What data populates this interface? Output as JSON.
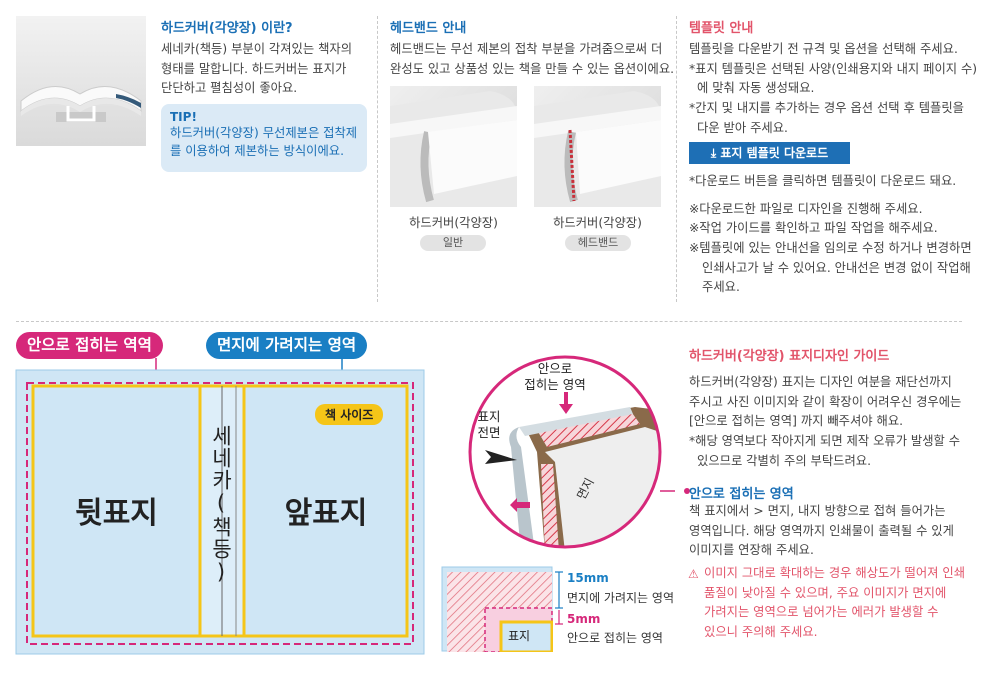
{
  "hardcover": {
    "title": "하드커버(각양장) 이란?",
    "desc": [
      "세네카(책등) 부분이 각져있는 책자의",
      "형태를 말합니다. 하드커버는 표지가",
      "단단하고 펼침성이 좋아요."
    ],
    "tip_title": "TIP!",
    "tip_lines": [
      "하드커버(각양장) 무선제본은 접착제",
      "를 이용하여 제본하는 방식이에요."
    ]
  },
  "headband": {
    "title": "헤드밴드 안내",
    "desc": [
      "헤드밴드는 무선 제본의 접착 부분을 가려줌으로써 더",
      "완성도 있고 상품성 있는 책을 만들 수 있는 옵션이에요."
    ],
    "items": [
      {
        "caption": "하드커버(각양장)",
        "badge": "일반"
      },
      {
        "caption": "하드커버(각양장)",
        "badge": "헤드밴드"
      }
    ]
  },
  "template": {
    "title": "템플릿 안내",
    "lines": [
      "템플릿을 다운받기 전 규격 및 옵션을 선택해 주세요.",
      "*표지 템플릿은 선택된 사양(인쇄용지와 내지 페이지 수)",
      "에 맞춰 자동 생성돼요.",
      "*간지 및 내지를 추가하는 경우 옵션 선택 후 템플릿을",
      "다운 받아 주세요."
    ],
    "download_label": "표지 템플릿 다운로드",
    "after_lines": [
      "*다운로드 버튼을 클릭하면 템플릿이 다운로드 돼요.",
      "※다운로드한 파일로 디자인을 진행해 주세요.",
      "※작업 가이드를 확인하고 파일 작업을 해주세요.",
      "※템플릿에 있는 안내선을 임의로 수정 하거나 변경하면",
      "인쇄사고가 날 수 있어요. 안내선은 변경 없이 작업해",
      "주세요."
    ]
  },
  "cover_diagram": {
    "pill_fold": "안으로 접히는 역역",
    "pill_endpaper": "면지에 가려지는 영역",
    "book_size": "책 사이즈",
    "back_cover": "뒷표지",
    "spine": "세네카(책등)",
    "front_cover": "앞표지"
  },
  "circle_diagram": {
    "fold_label": [
      "안으로",
      "접히는 영역"
    ],
    "front_label": [
      "표지",
      "전면"
    ],
    "endpaper_label": "면지"
  },
  "legend": {
    "mm15": "15mm",
    "endpaper": "면지에 가려지는 영역",
    "mm5": "5mm",
    "fold": "안으로 접히는 영역",
    "cover": "표지"
  },
  "guide": {
    "title": "하드커버(각양장) 표지디자인 가이드",
    "lines": [
      "하드커버(각양장) 표지는 디자인 여분을 재단선까지",
      "주시고 사진 이미지와 같이 확장이 어려우신 경우에는",
      "[안으로 접히는 영역] 까지 빼주셔야 해요.",
      "*해당 영역보다 작아지게 되면 제작 오류가 발생할 수",
      "있으므로 각별히 주의 부탁드려요."
    ],
    "sub_title": "안으로 접히는 영역",
    "sub_lines": [
      "책 표지에서 > 면지, 내지 방향으로 접혀 들어가는",
      "영역입니다. 해당 영역까지 인쇄물이 출력될 수 있게",
      "이미지를 연장해 주세요."
    ],
    "warning_lines": [
      "이미지 그대로 확대하는 경우 해상도가 떨어져 인쇄",
      "품질이 낮아질 수 있으며, 주요 이미지가 면지에",
      "가려지는 영역으로 넘어가는 에러가 발생할 수",
      "있으니 주의해 주세요."
    ]
  },
  "colors": {
    "blue": "#1a6fb5",
    "pink": "#d6287a",
    "yellow": "#f5c518",
    "light_blue": "#cfe6f5",
    "red": "#e2546a"
  }
}
